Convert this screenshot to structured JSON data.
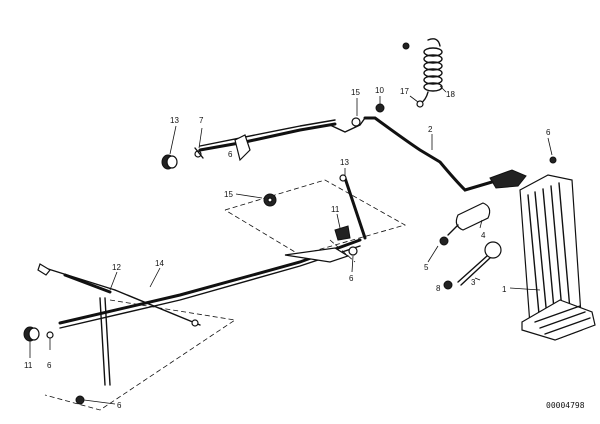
{
  "reference_number": "00004798",
  "callouts": {
    "c1": "1",
    "c2": "2",
    "c3": "3",
    "c4": "4",
    "c5": "5",
    "c6a": "6",
    "c6b": "6",
    "c6c": "6",
    "c6d": "6",
    "c6e": "6",
    "c7": "7",
    "c8": "8",
    "c10": "10",
    "c11a": "11",
    "c11b": "11",
    "c12": "12",
    "c13a": "13",
    "c13b": "13",
    "c14": "14",
    "c15a": "15",
    "c15b": "15",
    "c17": "17",
    "c18": "18"
  }
}
